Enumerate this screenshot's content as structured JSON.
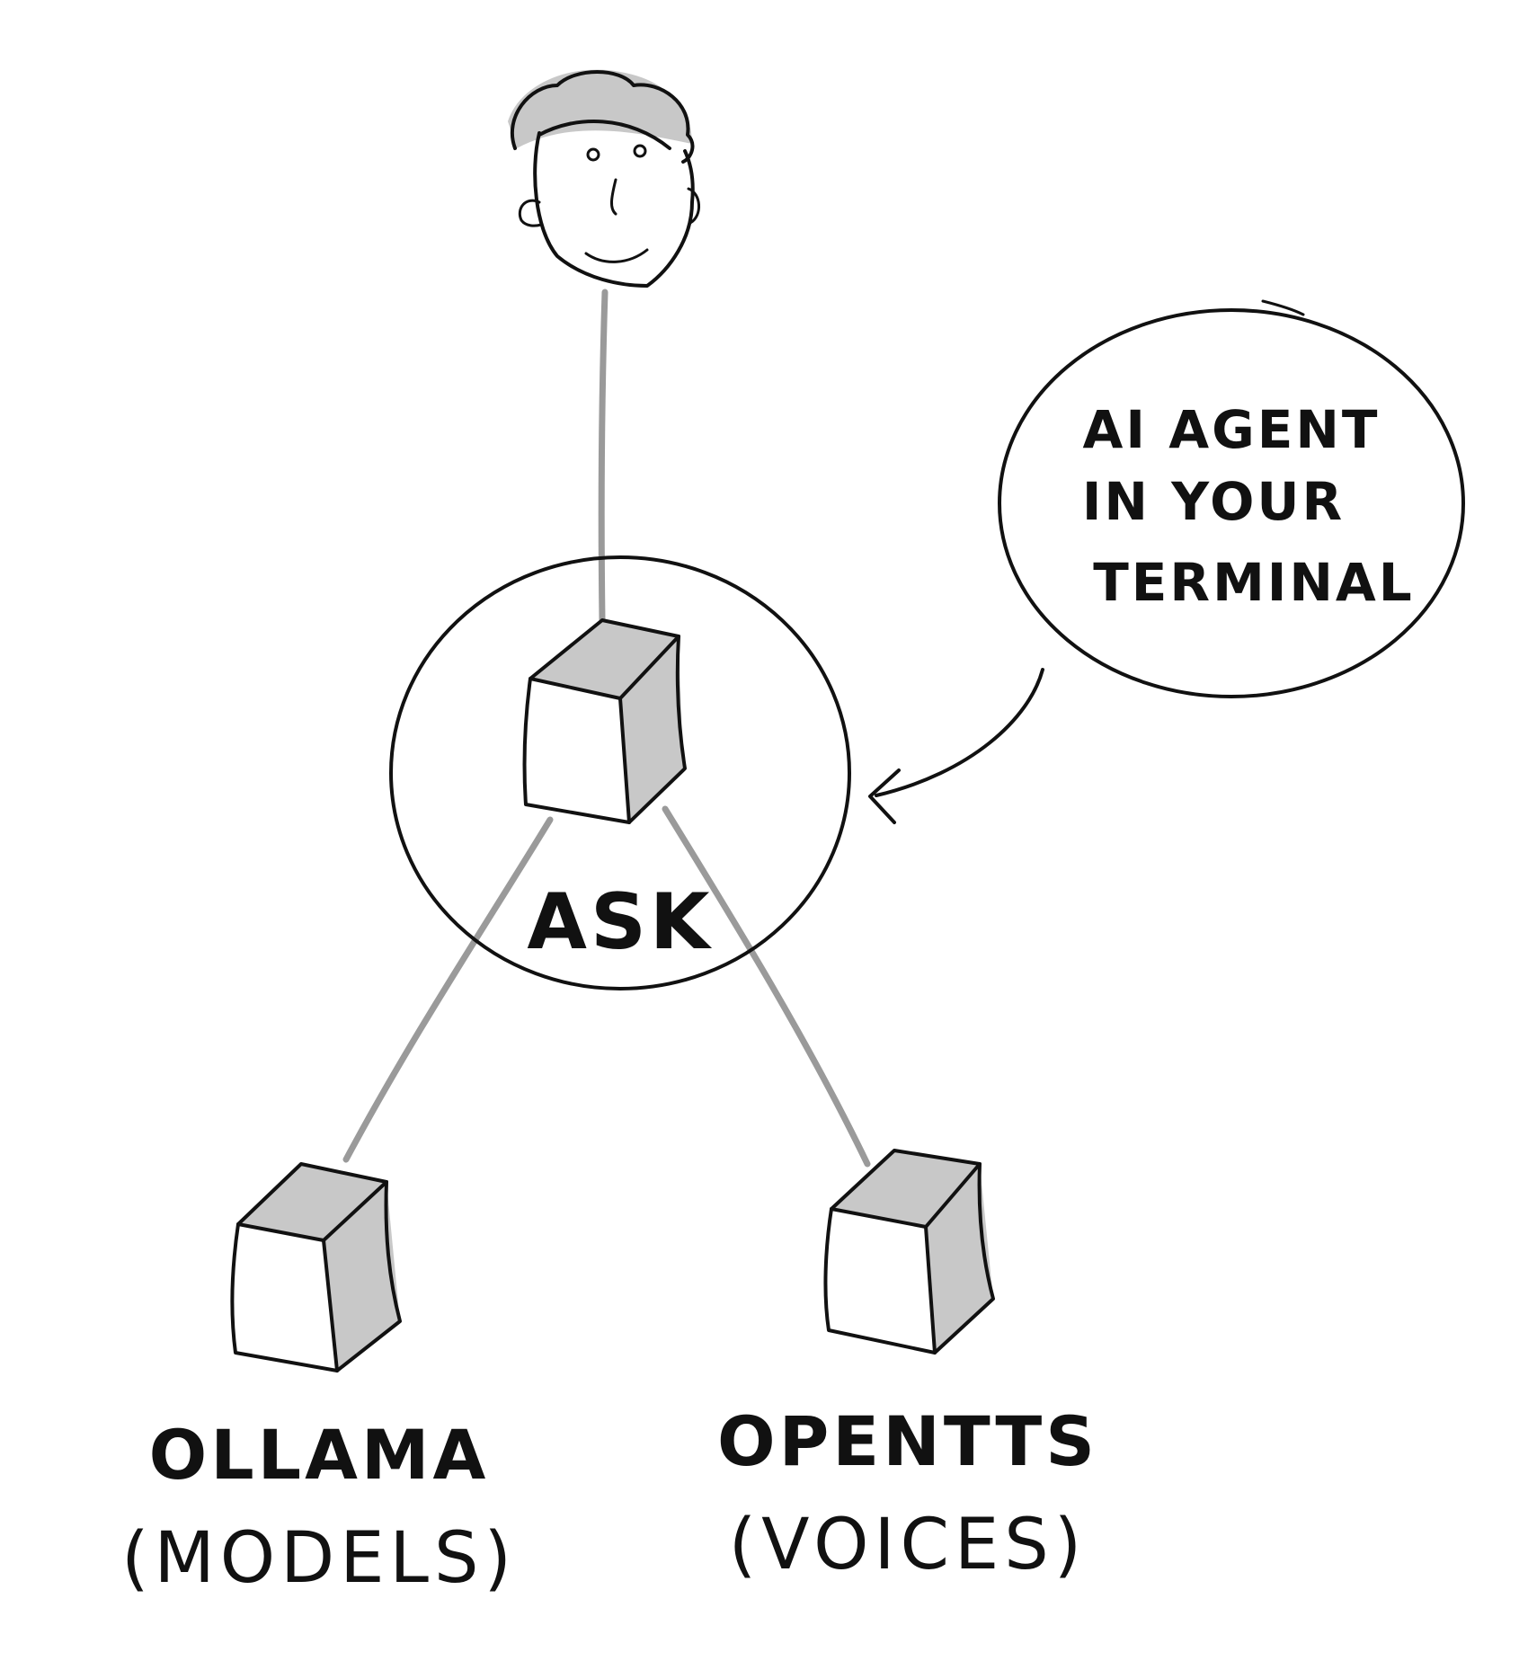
{
  "nodes": {
    "center": {
      "label": "ASK"
    },
    "left": {
      "label": "OLLAMA",
      "sublabel": "(MODELS)"
    },
    "right": {
      "label": "OPENTTS",
      "sublabel": "(VOICES)"
    }
  },
  "callout": {
    "lines": [
      "AI AGENT",
      "IN YOUR",
      "TERMINAL"
    ]
  },
  "colors": {
    "ink": "#111111",
    "connector": "#9a9a9a",
    "shade": "#c8c8c8",
    "background": "#ffffff"
  },
  "icons": {
    "user": "user-face-icon",
    "node": "cube-icon",
    "pointer": "curved-arrow-icon"
  }
}
